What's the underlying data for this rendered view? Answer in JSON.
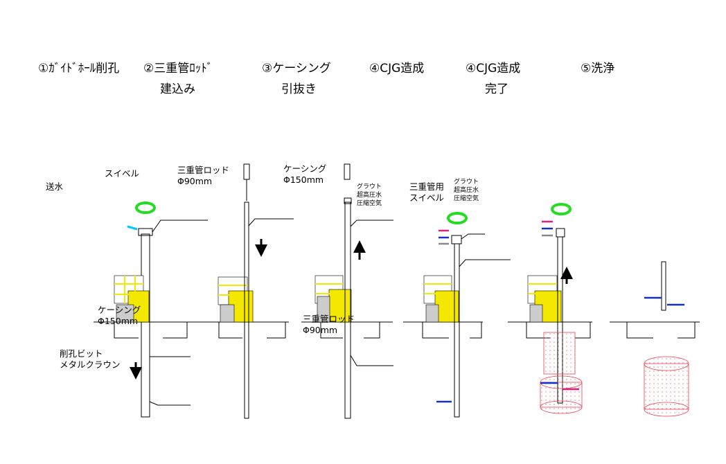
{
  "steps": [
    {
      "line1": "①ｶﾞｲﾄﾞﾎｰﾙ削孔",
      "line2": ""
    },
    {
      "line1": "②三重管ﾛｯﾄﾞ",
      "line2": "建込み"
    },
    {
      "line1": "③ケーシング",
      "line2": "引抜き"
    },
    {
      "line1": "④CJG造成",
      "line2": ""
    },
    {
      "line1": "④CJG造成",
      "line2": "完了"
    },
    {
      "line1": "⑤洗浄",
      "line2": ""
    }
  ],
  "labels": {
    "water_supply": "送水",
    "swivel": "スイベル",
    "casing_1": "ケーシング",
    "casing_1_dia": "Φ150mm",
    "drill_bit": "削孔ビット",
    "metal_crown": "メタルクラウン",
    "triple_rod": "三重管ロッド",
    "triple_rod_dia": "Φ90mm",
    "casing_3": "ケーシング",
    "casing_3_dia": "Φ150mm",
    "triple_rod_3": "三重管ロッド",
    "triple_rod_3_dia": "Φ90mm",
    "grout": "グラウト",
    "hp_water": "超高圧水",
    "comp_air": "圧縮空気",
    "triple_swivel_1": "三重管用",
    "triple_swivel_2": "スイベル",
    "grout_4": "グラウト",
    "hp_water_4": "超高圧水",
    "comp_air_4": "圧縮空気"
  },
  "colors": {
    "machine": "#f5e800",
    "rotation_arrow": "#22dd22",
    "water": "#00c8ff",
    "blue": "#1030d0",
    "magenta": "#e0207a",
    "column": "#e84050"
  }
}
